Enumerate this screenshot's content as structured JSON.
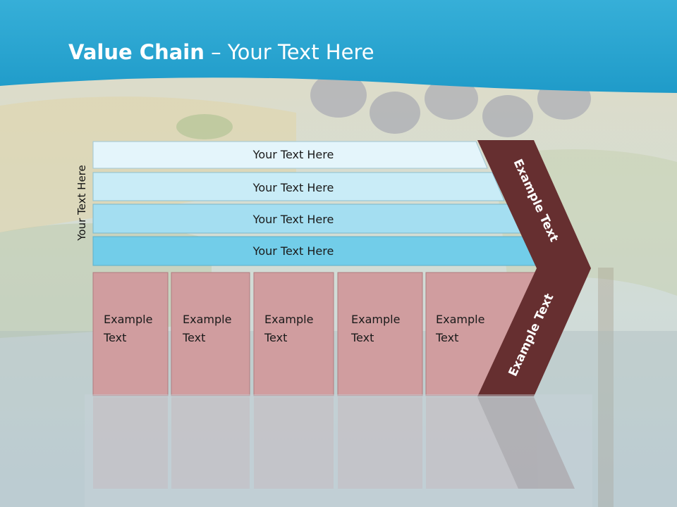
{
  "title": {
    "bold": "Value Chain",
    "rest": " – Your Text Here"
  },
  "side_label": "Your Text Here",
  "bars": [
    {
      "label": "Your Text Here",
      "color": "#e4f5fb"
    },
    {
      "label": "Your Text Here",
      "color": "#c9ecf7"
    },
    {
      "label": "Your Text Here",
      "color": "#a4def1"
    },
    {
      "label": "Your Text Here",
      "color": "#72cde9"
    }
  ],
  "boxes": [
    {
      "line1": "Example",
      "line2": "Text"
    },
    {
      "line1": "Example",
      "line2": "Text"
    },
    {
      "line1": "Example",
      "line2": "Text"
    },
    {
      "line1": "Example",
      "line2": "Text"
    },
    {
      "line1": "Example",
      "line2": "Text"
    }
  ],
  "chevron": {
    "upper_label": "Example Text",
    "lower_label": "Example Text",
    "color": "#662f30"
  },
  "colors": {
    "header": "#2aa3cf",
    "box_fill": "#d09d9f",
    "box_stroke": "#b07c7f"
  }
}
